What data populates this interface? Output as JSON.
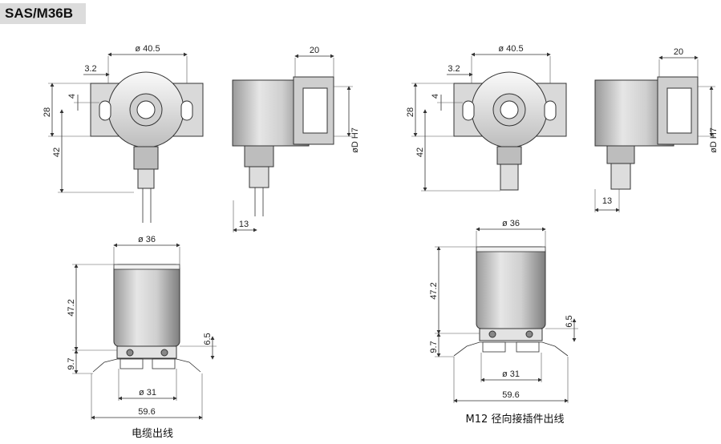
{
  "title": "SAS/M36B",
  "captions": {
    "cable": "电缆出线",
    "connector": "M12 径向接插件出线"
  },
  "dims": {
    "d405": "ø 40.5",
    "d32": "3.2",
    "d4": "4",
    "d28": "28",
    "d42": "42",
    "d20": "20",
    "dDH7": "øD H7",
    "d13": "13",
    "d36": "ø 36",
    "d472": "47.2",
    "d65": "6.5",
    "d97": "9.7",
    "d31": "ø 31",
    "d596": "59.6"
  }
}
